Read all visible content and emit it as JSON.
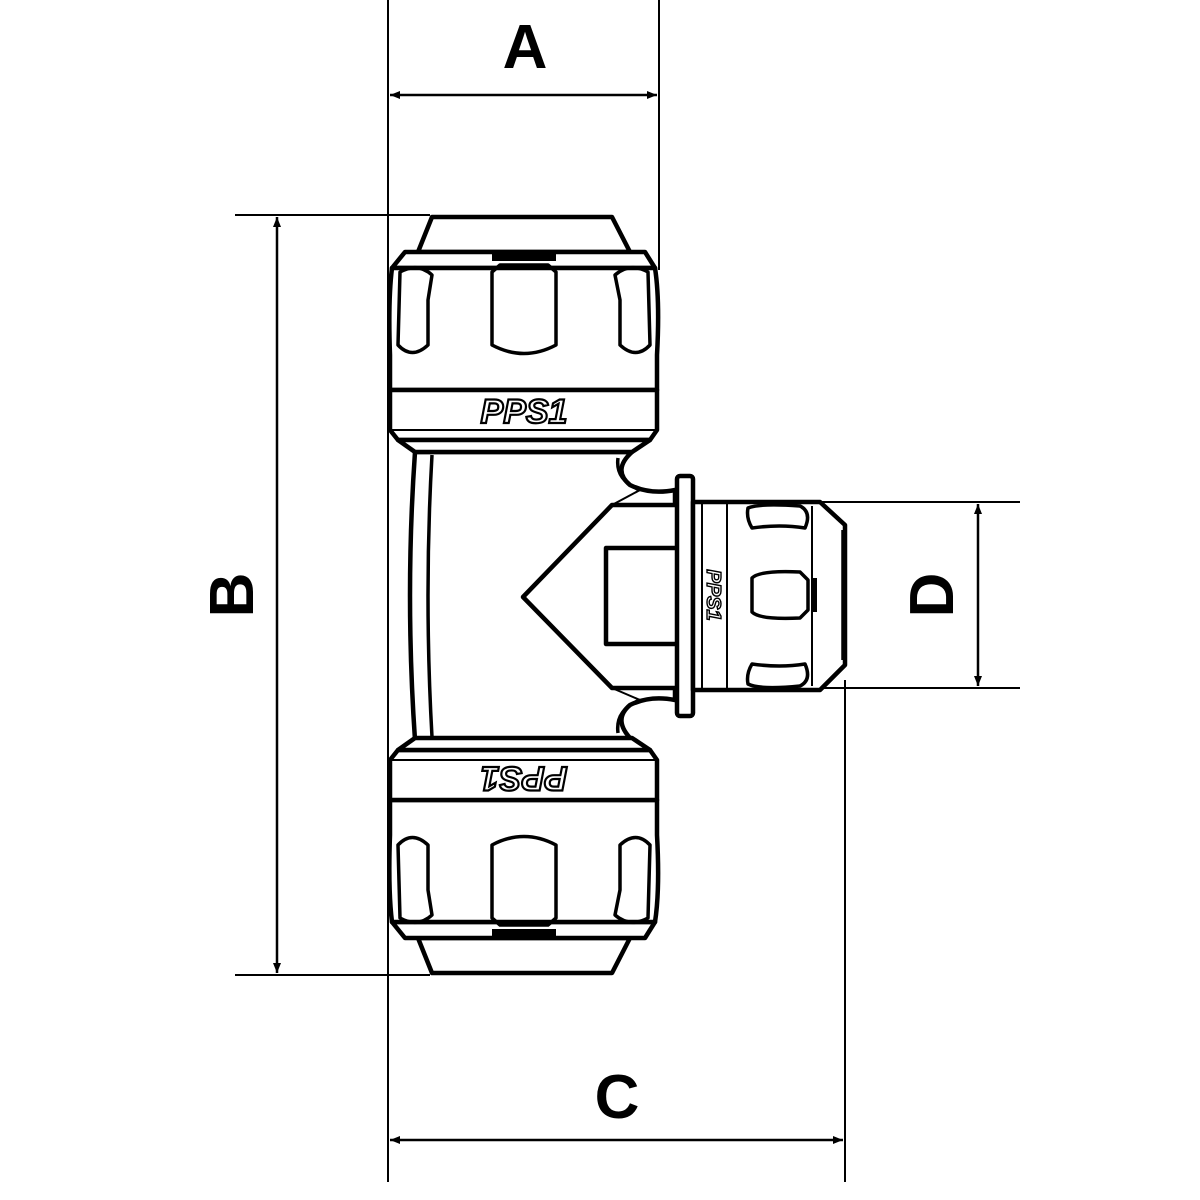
{
  "dimensions": {
    "a": "A",
    "b": "B",
    "c": "C",
    "d": "D"
  },
  "fitting": {
    "brand_top": "PPS1",
    "brand_bottom": "PPS1",
    "brand_branch": "PPS1"
  },
  "colors": {
    "line": "#000000",
    "background": "#ffffff"
  }
}
